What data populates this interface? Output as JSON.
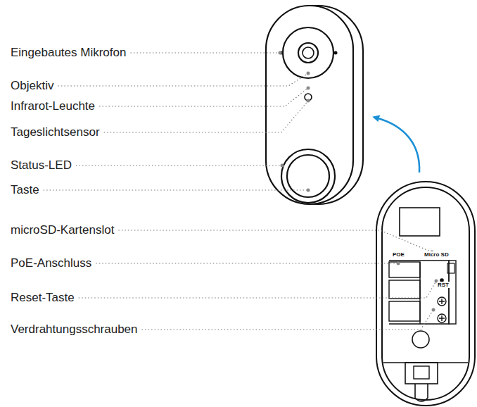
{
  "diagram": {
    "labels": [
      "Eingebautes Mikrofon",
      "Objektiv",
      "Infrarot-Leuchte",
      "Tageslichtsensor",
      "Status-LED",
      "Taste",
      "microSD-Kartenslot",
      "PoE-Anschluss",
      "Reset-Taste",
      "Verdrahtungsschrauben",
      "POE",
      "Micro SD",
      "RST"
    ]
  }
}
